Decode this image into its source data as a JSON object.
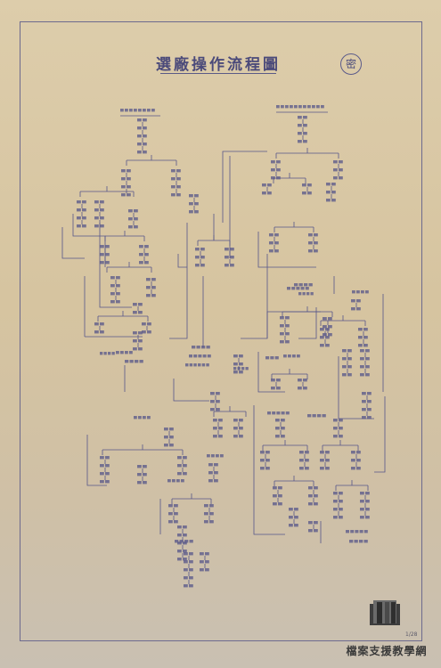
{
  "document": {
    "title": "選廠操作流程圖",
    "stamp": "密",
    "page_no": "1/28",
    "archive_label": "檔案支援教學網"
  },
  "colors": {
    "paper": "#d9c9a8",
    "ink": "#55548a",
    "frame": "#6d6a8e"
  }
}
